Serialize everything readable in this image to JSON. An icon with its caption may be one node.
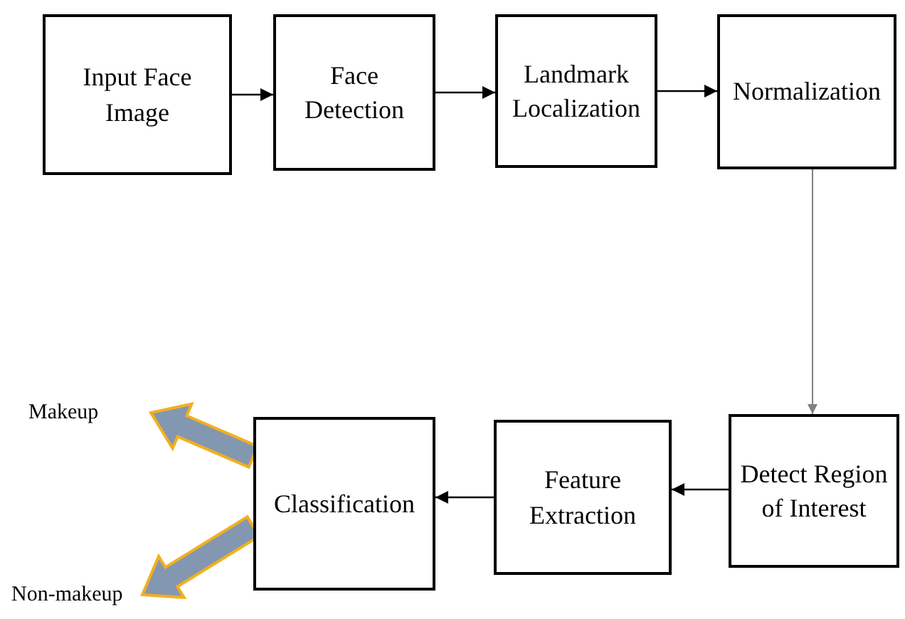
{
  "diagram": {
    "nodes": [
      {
        "text": [
          "Input Face Image"
        ]
      },
      {
        "text": [
          "Face Detection"
        ]
      },
      {
        "text": [
          "Landmark Localization"
        ]
      },
      {
        "text": [
          "Normalization"
        ]
      },
      {
        "text": [
          "Detect Region of Interest"
        ]
      },
      {
        "text": [
          "Feature Extraction"
        ]
      },
      {
        "text": [
          "Classification"
        ]
      },
      {
        "text": [
          "Makeup"
        ]
      },
      {
        "text": [
          "Non-makeup"
        ]
      }
    ],
    "edges": [
      {
        "from": 0,
        "to": 1,
        "arrow": "to"
      },
      {
        "from": 1,
        "to": 2,
        "arrow": "to"
      },
      {
        "from": 2,
        "to": 3,
        "arrow": "to"
      },
      {
        "from": 3,
        "to": 4,
        "arrow": "to",
        "color": "#808080"
      },
      {
        "from": 4,
        "to": 5,
        "arrow": "to"
      },
      {
        "from": 5,
        "to": 6,
        "arrow": "to"
      },
      {
        "from": 6,
        "to": 7,
        "arrow": "to",
        "style": "thick",
        "color": "#8497b0"
      },
      {
        "from": 6,
        "to": 8,
        "arrow": "to",
        "style": "thick",
        "color": "#8497b0"
      }
    ]
  }
}
